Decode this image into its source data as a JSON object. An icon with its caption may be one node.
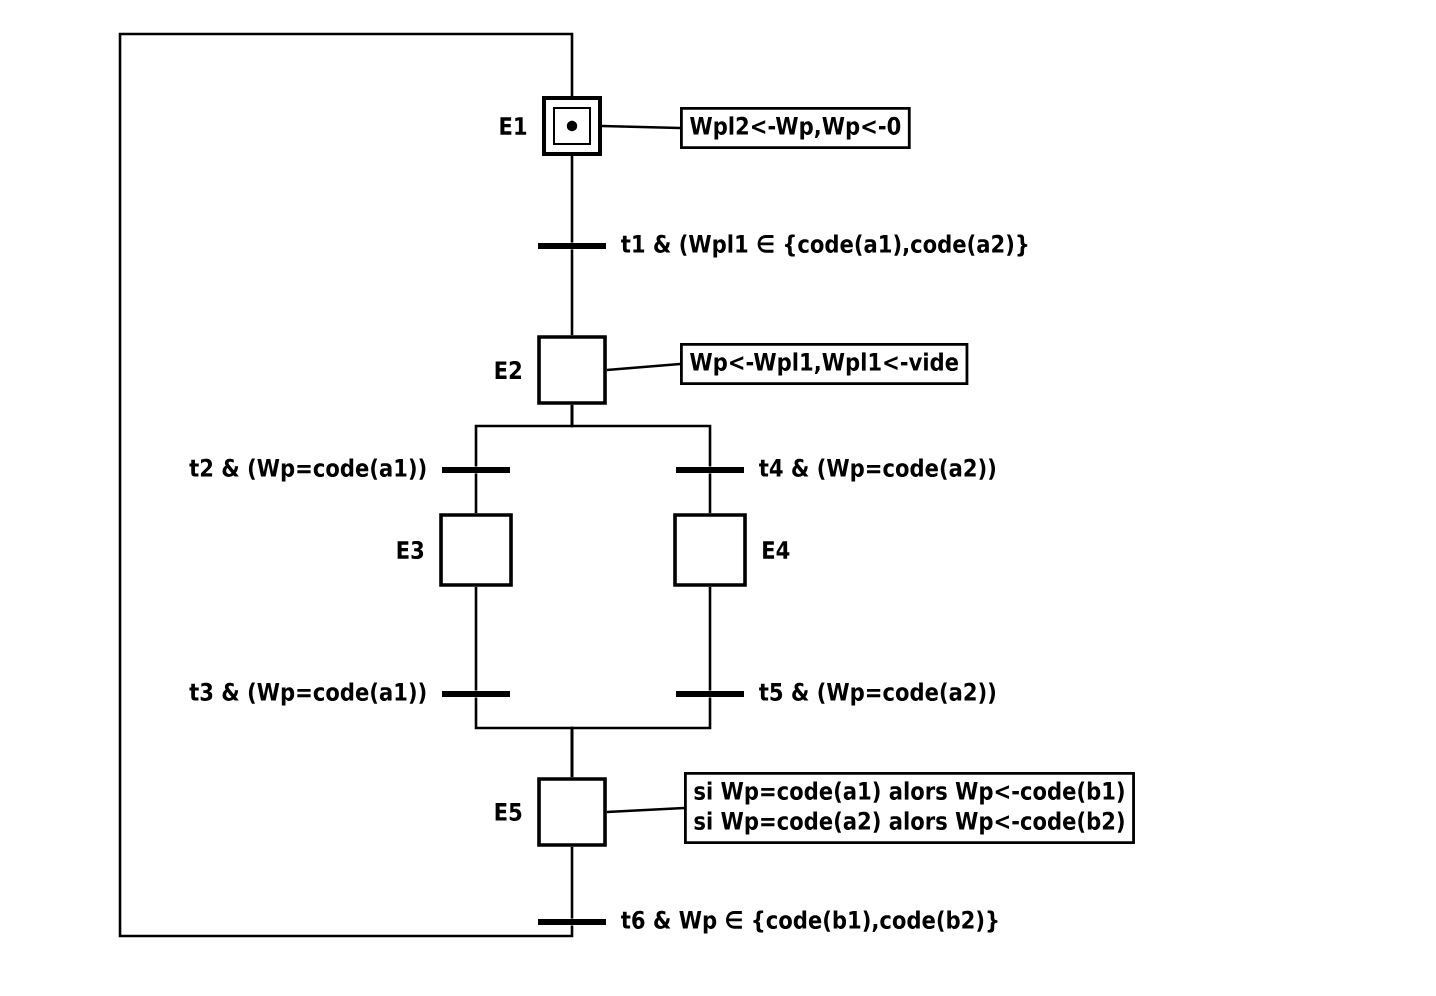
{
  "diagram": {
    "nodes": [
      {
        "text": [],
        "shape": "box",
        "beside": [
          "E1"
        ]
      },
      {
        "text": [
          "Wpl2<-Wp,Wp<-0"
        ]
      },
      {
        "text": [],
        "shape": "bar",
        "beside": [
          "t1 & (Wpl1 ∈ {code(a1),code(a2)}"
        ]
      },
      {
        "text": [],
        "shape": "box",
        "beside": [
          "E2"
        ]
      },
      {
        "text": [
          "Wp<-Wpl1,Wpl1<-vide"
        ]
      },
      {
        "text": [],
        "shape": "bar",
        "beside": [
          "t2 & (Wp=code(a1))"
        ]
      },
      {
        "text": [],
        "shape": "bar",
        "beside": [
          "t4 & (Wp=code(a2))"
        ]
      },
      {
        "text": [],
        "shape": "box",
        "beside": [
          "E3"
        ]
      },
      {
        "text": [],
        "shape": "box",
        "beside": [
          "E4"
        ]
      },
      {
        "text": [],
        "shape": "bar",
        "beside": [
          "t3 & (Wp=code(a1))"
        ]
      },
      {
        "text": [],
        "shape": "bar",
        "beside": [
          "t5 & (Wp=code(a2))"
        ]
      },
      {
        "text": [],
        "shape": "box",
        "beside": [
          "E5"
        ]
      },
      {
        "text": [
          "si Wp=code(a1) alors Wp<-code(b1)",
          "si Wp=code(a2) alors Wp<-code(b2)"
        ]
      },
      {
        "text": [],
        "shape": "bar",
        "beside": [
          "t6 & Wp ∈ {code(b1),code(b2)}"
        ]
      }
    ],
    "edges": [
      {
        "from": 0,
        "to": 1,
        "arrow": "none"
      },
      {
        "from": 0,
        "to": 2,
        "arrow": "none"
      },
      {
        "from": 2,
        "to": 3,
        "arrow": "none"
      },
      {
        "from": 3,
        "to": 4,
        "arrow": "none"
      },
      {
        "from": 3,
        "to": 5,
        "arrow": "none"
      },
      {
        "from": 3,
        "to": 6,
        "arrow": "none"
      },
      {
        "from": 5,
        "to": 7,
        "arrow": "none"
      },
      {
        "from": 6,
        "to": 8,
        "arrow": "none"
      },
      {
        "from": 7,
        "to": 9,
        "arrow": "none"
      },
      {
        "from": 8,
        "to": 10,
        "arrow": "none"
      },
      {
        "from": 9,
        "to": 11,
        "arrow": "none"
      },
      {
        "from": 10,
        "to": 11,
        "arrow": "none"
      },
      {
        "from": 11,
        "to": 12,
        "arrow": "none"
      },
      {
        "from": 11,
        "to": 13,
        "arrow": "none"
      },
      {
        "from": 13,
        "to": 0,
        "arrow": "none"
      }
    ]
  }
}
